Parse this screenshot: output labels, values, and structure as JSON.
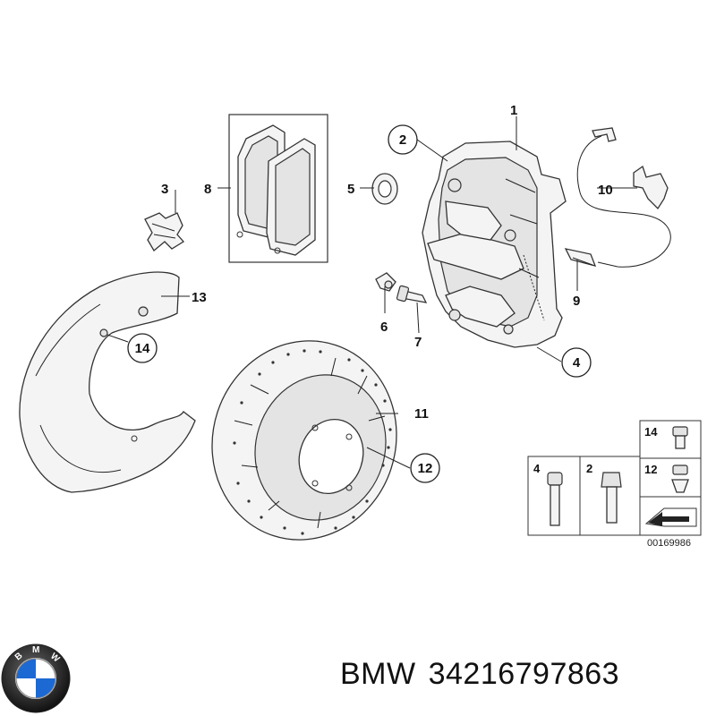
{
  "diagram": {
    "callouts": {
      "c1": "1",
      "c2": "2",
      "c3": "3",
      "c4": "4",
      "c5": "5",
      "c6": "6",
      "c7": "7",
      "c8": "8",
      "c9": "9",
      "c10": "10",
      "c11": "11",
      "c12": "12",
      "c13": "13",
      "c14": "14"
    },
    "inset": {
      "labels": {
        "l4": "4",
        "l2": "2",
        "l14": "14",
        "l12": "12"
      },
      "ref_number": "00169986"
    }
  },
  "caption": {
    "brand": "BMW",
    "part_number": "34216797863"
  },
  "colors": {
    "bmw_blue": "#1c69d4",
    "bmw_ring": "#1a1a1a",
    "line": "#222222"
  }
}
